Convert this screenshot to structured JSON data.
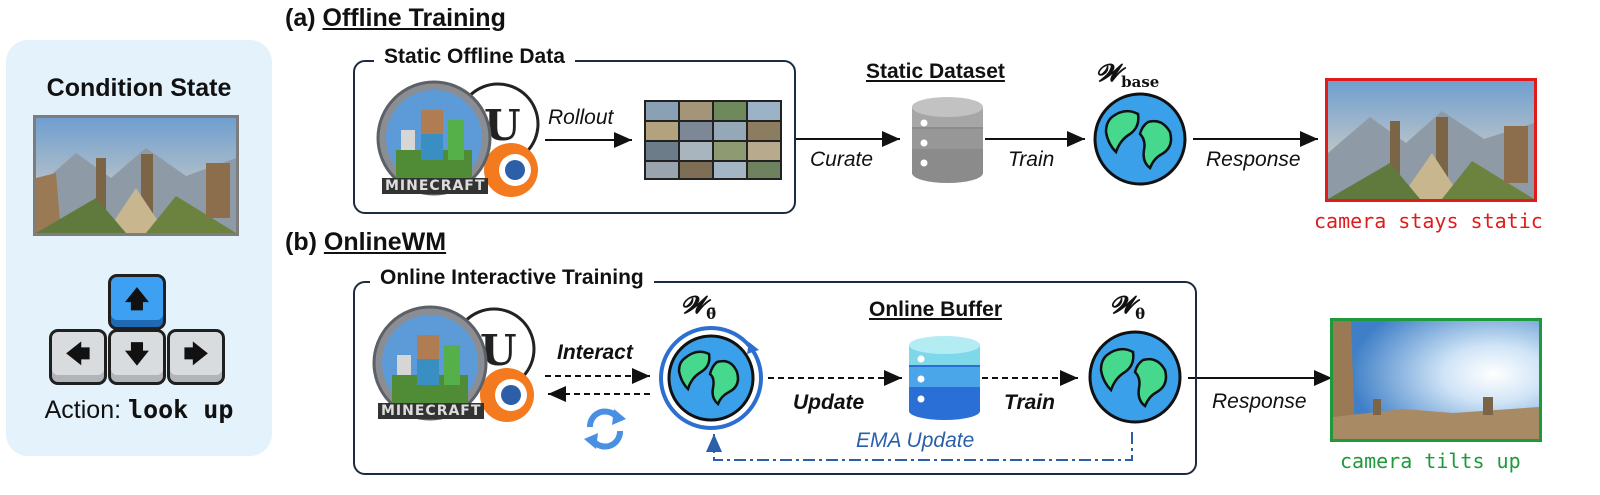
{
  "left_panel": {
    "title": "Condition State",
    "keys": {
      "up": "🡅",
      "left": "🡄",
      "down": "🡇",
      "right": "🡆"
    },
    "action_label": "Action:",
    "action_value": "look up"
  },
  "offline": {
    "section_title_prefix": "(a)",
    "section_title": "Offline Training",
    "box_label": "Static Offline Data",
    "rollout": "Rollout",
    "curate": "Curate",
    "dataset_title": "Static Dataset",
    "train": "Train",
    "model_symbol": "𝓦",
    "model_sub": "base",
    "response": "Response",
    "result": "camera stays static",
    "minecraft_text": "MINECRAFT"
  },
  "online": {
    "section_title_prefix": "(b)",
    "section_title": "OnlineWM",
    "box_label": "Online Interactive Training",
    "interact": "Interact",
    "model_ema_symbol": "𝓦",
    "model_ema_sub": "θ̄",
    "buffer_title": "Online Buffer",
    "update": "Update",
    "train": "Train",
    "model_symbol": "𝓦",
    "model_sub": "θ",
    "ema_update": "EMA Update",
    "response": "Response",
    "result": "camera tilts up",
    "minecraft_text": "MINECRAFT"
  },
  "colors": {
    "panel_bg": "#e3f2fb",
    "red": "#e01b1b",
    "green": "#1f9a3a",
    "ema_blue": "#2b5fa8",
    "key_active": "#3da0f2"
  }
}
